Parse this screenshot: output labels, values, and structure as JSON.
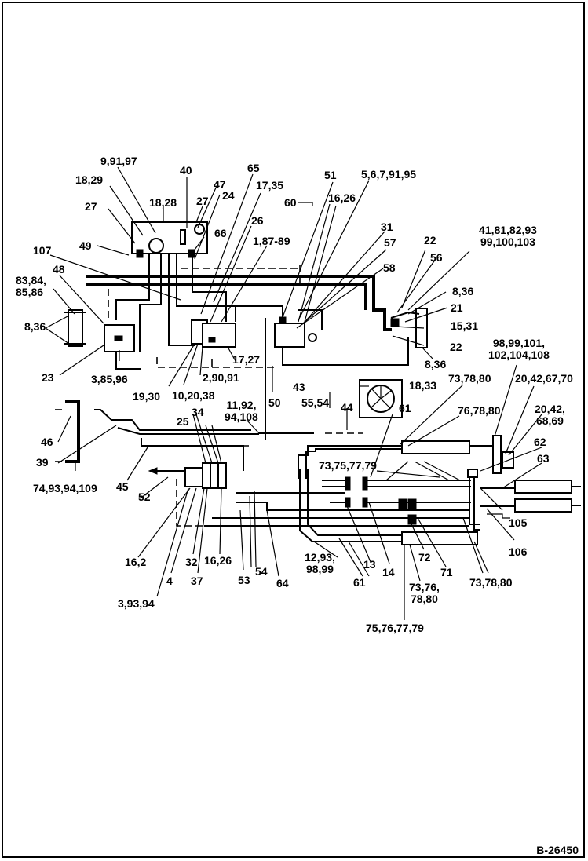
{
  "diagram": {
    "reference_code": "B-26450",
    "callouts": [
      {
        "id": "c1",
        "text": "9,91,97"
      },
      {
        "id": "c2",
        "text": "40"
      },
      {
        "id": "c3",
        "text": "65"
      },
      {
        "id": "c4",
        "text": "51"
      },
      {
        "id": "c5",
        "text": "5,6,7,91,95"
      },
      {
        "id": "c6",
        "text": "18,29"
      },
      {
        "id": "c7",
        "text": "47"
      },
      {
        "id": "c8",
        "text": "17,35"
      },
      {
        "id": "c9",
        "text": "27"
      },
      {
        "id": "c10",
        "text": "18,28"
      },
      {
        "id": "c11",
        "text": "27"
      },
      {
        "id": "c12",
        "text": "24"
      },
      {
        "id": "c13",
        "text": "60"
      },
      {
        "id": "c14",
        "text": "16,26"
      },
      {
        "id": "c15",
        "text": "26"
      },
      {
        "id": "c16",
        "text": "66"
      },
      {
        "id": "c17",
        "text": "31"
      },
      {
        "id": "c18",
        "text": "41,81,82,93\n99,100,103"
      },
      {
        "id": "c19",
        "text": "49"
      },
      {
        "id": "c20",
        "text": "1,87-89"
      },
      {
        "id": "c21",
        "text": "57"
      },
      {
        "id": "c22",
        "text": "22"
      },
      {
        "id": "c23",
        "text": "107"
      },
      {
        "id": "c24",
        "text": "56"
      },
      {
        "id": "c25",
        "text": "48"
      },
      {
        "id": "c26",
        "text": "58"
      },
      {
        "id": "c27",
        "text": "83,84,\n85,86"
      },
      {
        "id": "c28",
        "text": "8,36"
      },
      {
        "id": "c29",
        "text": "21"
      },
      {
        "id": "c30",
        "text": "8,36"
      },
      {
        "id": "c31",
        "text": "15,31"
      },
      {
        "id": "c32",
        "text": "22"
      },
      {
        "id": "c33",
        "text": "17,27"
      },
      {
        "id": "c34",
        "text": "98,99,101,\n102,104,108"
      },
      {
        "id": "c35",
        "text": "8,36"
      },
      {
        "id": "c36",
        "text": "23"
      },
      {
        "id": "c37",
        "text": "3,85,96"
      },
      {
        "id": "c38",
        "text": "2,90,91"
      },
      {
        "id": "c39",
        "text": "43"
      },
      {
        "id": "c40",
        "text": "18,33"
      },
      {
        "id": "c41",
        "text": "73,78,80"
      },
      {
        "id": "c42",
        "text": "20,42,67,70"
      },
      {
        "id": "c43",
        "text": "19,30"
      },
      {
        "id": "c44",
        "text": "10,20,38"
      },
      {
        "id": "c45",
        "text": "50"
      },
      {
        "id": "c46",
        "text": "55,54"
      },
      {
        "id": "c47",
        "text": "11,92,\n94,108"
      },
      {
        "id": "c48",
        "text": "44"
      },
      {
        "id": "c49",
        "text": "61"
      },
      {
        "id": "c50",
        "text": "76,78,80"
      },
      {
        "id": "c51",
        "text": "20,42,\n68,69"
      },
      {
        "id": "c52",
        "text": "46"
      },
      {
        "id": "c53",
        "text": "34"
      },
      {
        "id": "c54",
        "text": "25"
      },
      {
        "id": "c55",
        "text": "62"
      },
      {
        "id": "c56",
        "text": "39"
      },
      {
        "id": "c57",
        "text": "63"
      },
      {
        "id": "c58",
        "text": "73,75,77,79"
      },
      {
        "id": "c59",
        "text": "74,93,94,109"
      },
      {
        "id": "c60",
        "text": "45"
      },
      {
        "id": "c61",
        "text": "52"
      },
      {
        "id": "c62",
        "text": "105"
      },
      {
        "id": "c63",
        "text": "106"
      },
      {
        "id": "c64",
        "text": "16,2"
      },
      {
        "id": "c65",
        "text": "32"
      },
      {
        "id": "c66",
        "text": "16,26"
      },
      {
        "id": "c67",
        "text": "54"
      },
      {
        "id": "c68",
        "text": "12,93,\n98,99"
      },
      {
        "id": "c69",
        "text": "72"
      },
      {
        "id": "c70",
        "text": "13"
      },
      {
        "id": "c71",
        "text": "14"
      },
      {
        "id": "c72",
        "text": "71"
      },
      {
        "id": "c73",
        "text": "4"
      },
      {
        "id": "c74",
        "text": "37"
      },
      {
        "id": "c75",
        "text": "53"
      },
      {
        "id": "c76",
        "text": "64"
      },
      {
        "id": "c77",
        "text": "61"
      },
      {
        "id": "c78",
        "text": "73,76,\n78,80"
      },
      {
        "id": "c79",
        "text": "73,78,80"
      },
      {
        "id": "c80",
        "text": "3,93,94"
      },
      {
        "id": "c81",
        "text": "75,76,77,79"
      }
    ]
  }
}
